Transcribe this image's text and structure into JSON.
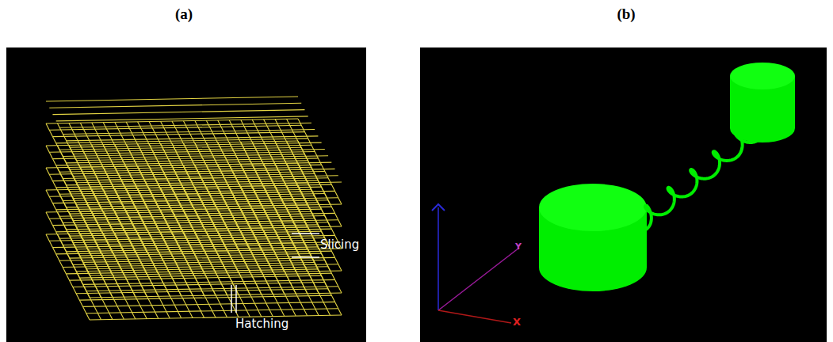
{
  "diagram": {
    "labels": [
      "(a)",
      "(b)",
      "Slicing",
      "Hatching",
      "Y",
      "X"
    ]
  }
}
